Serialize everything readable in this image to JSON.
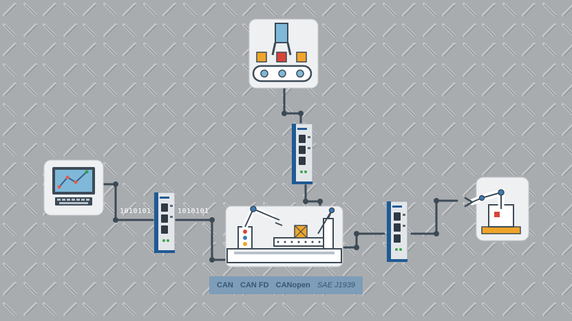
{
  "data_streams": {
    "left": "1010101",
    "right": "1010101"
  },
  "protocols": [
    "CAN",
    "CAN FD",
    "CANopen",
    "SAE J1939"
  ],
  "colors": {
    "background": "#a9acaf",
    "cable": "#3c4a56",
    "node_card": "#eef0f2",
    "module_body": "#e3e6e9",
    "module_accent": "#1f5a94",
    "protocol_bar": "#7d9db8",
    "robot_red": "#d8443a",
    "robot_blue": "#3a7ab8",
    "crate_orange": "#f0a52a"
  },
  "icons": [
    "computer-monitor-icon",
    "gripper-conveyor-icon",
    "assembly-line-icon",
    "robot-arm-icon",
    "can-interface-module-icon"
  ]
}
